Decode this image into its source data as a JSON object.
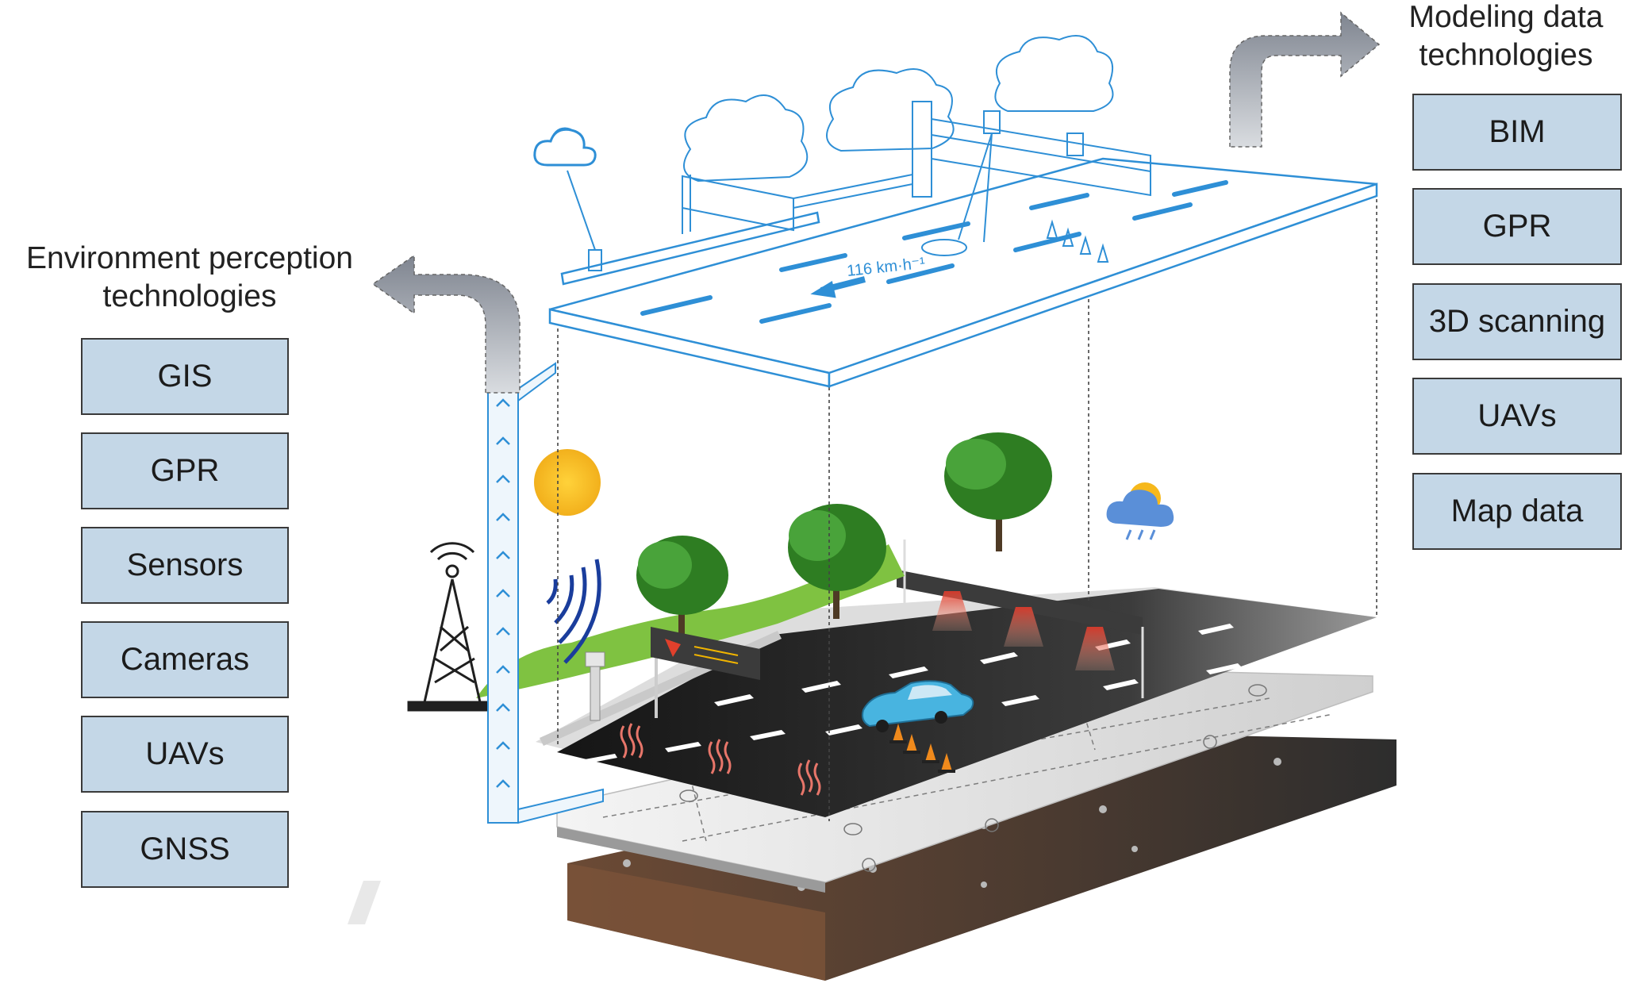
{
  "left": {
    "heading": [
      "Environment perception",
      "technologies"
    ],
    "items": [
      "GIS",
      "GPR",
      "Sensors",
      "Cameras",
      "UAVs",
      "GNSS"
    ]
  },
  "right": {
    "heading": [
      "Modeling data",
      "technologies"
    ],
    "items": [
      "BIM",
      "GPR",
      "3D scanning",
      "UAVs",
      "Map data"
    ]
  },
  "digital_twin": {
    "speed_label": "116 km·h⁻¹"
  },
  "colors": {
    "box_fill": "#c4d7e7",
    "twin_line": "#2e8fd6",
    "arrow": "#b8bcc4",
    "asphalt": "#2a2a2a",
    "soil": "#6b4a35"
  }
}
